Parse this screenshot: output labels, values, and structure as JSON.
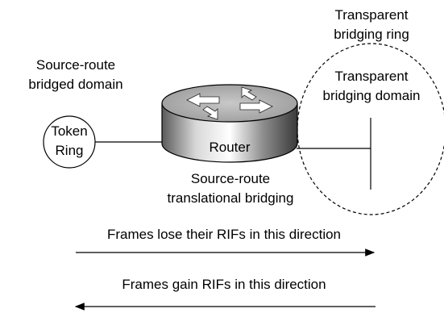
{
  "labels": {
    "source_route_domain_line1": "Source-route",
    "source_route_domain_line2": "bridged domain",
    "transparent_ring_line1": "Transparent",
    "transparent_ring_line2": "bridging ring",
    "transparent_domain_line1": "Transparent",
    "transparent_domain_line2": "bridging domain",
    "token_ring_line1": "Token",
    "token_ring_line2": "Ring",
    "router": "Router",
    "srtb_line1": "Source-route",
    "srtb_line2": "translational bridging",
    "frames_lose": "Frames lose their RIFs in this direction",
    "frames_gain": "Frames gain RIFs in this direction"
  },
  "colors": {
    "stroke": "#000000",
    "router_top": "#b8b8b8",
    "router_side_light": "#ffffff",
    "router_side_dark": "#4a4a4a"
  },
  "icons": {
    "router": "router-icon",
    "token_ring": "token-ring-icon"
  }
}
